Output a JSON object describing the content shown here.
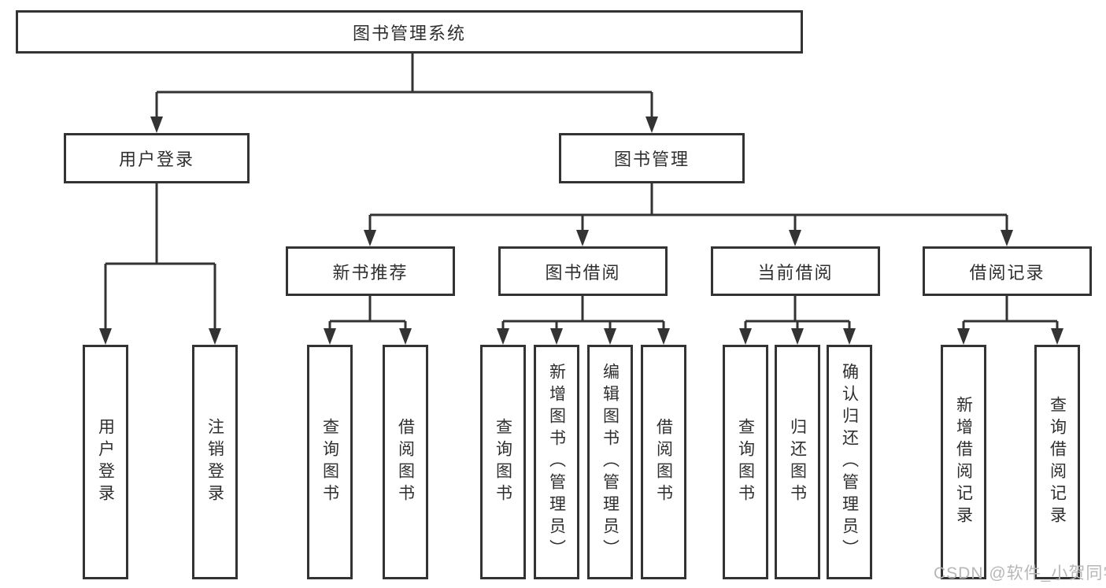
{
  "diagram": {
    "root": {
      "label": "图书管理系统"
    },
    "level2": [
      {
        "label": "用户登录"
      },
      {
        "label": "图书管理"
      }
    ],
    "level3": [
      {
        "label": "新书推荐"
      },
      {
        "label": "图书借阅"
      },
      {
        "label": "当前借阅"
      },
      {
        "label": "借阅记录"
      }
    ],
    "leaves": {
      "user_login": [
        "用户登录",
        "注销登录"
      ],
      "new_books": [
        "查询图书",
        "借阅图书"
      ],
      "book_borrow": [
        "查询图书",
        "新增图书（管理员）",
        "编辑图书（管理员）",
        "借阅图书"
      ],
      "current_borrow": [
        "查询图书",
        "归还图书",
        "确认归还（管理员）"
      ],
      "borrow_records": [
        "新增借阅记录",
        "查询借阅记录"
      ]
    }
  },
  "watermark": {
    "text": "CSDN @软件_小贺同学"
  },
  "colors": {
    "line": "#333333",
    "text": "#2f2f2f",
    "watermark": "#b7b7b7",
    "background": "#ffffff"
  }
}
